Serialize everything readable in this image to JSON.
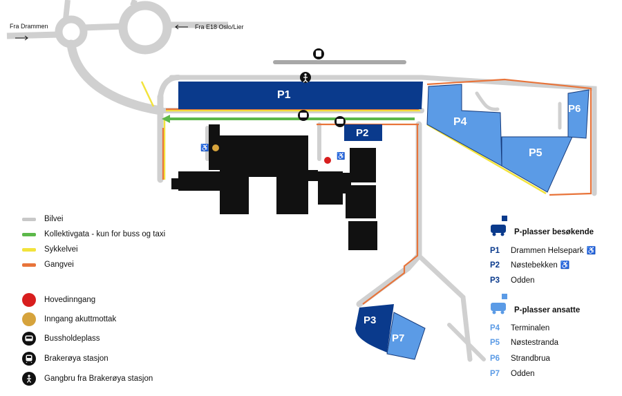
{
  "directions": {
    "from_west": "Fra Drammen",
    "from_east": "Fra E18 Oslo/Lier"
  },
  "lots": [
    {
      "code": "P1",
      "color": "#0a3a8c"
    },
    {
      "code": "P2",
      "color": "#0a3a8c"
    },
    {
      "code": "P3",
      "color": "#0a3a8c"
    },
    {
      "code": "P4",
      "color": "#5b9be6"
    },
    {
      "code": "P5",
      "color": "#5b9be6"
    },
    {
      "code": "P6",
      "color": "#5b9be6"
    },
    {
      "code": "P7",
      "color": "#5b9be6"
    }
  ],
  "legend": {
    "lines": [
      {
        "label": "Bilvei",
        "color": "#c8c8c8"
      },
      {
        "label": "Kollektivgata - kun for buss og taxi",
        "color": "#5cb84a"
      },
      {
        "label": "Sykkelvei",
        "color": "#f2e33c"
      },
      {
        "label": "Gangvei",
        "color": "#e8743a"
      }
    ],
    "points": [
      {
        "label": "Hovedinngang",
        "color": "#d81e1e",
        "icon": "main-entrance"
      },
      {
        "label": "Inngang akuttmottak",
        "color": "#d6a33c",
        "icon": "emergency-entrance"
      },
      {
        "label": "Bussholdeplass",
        "icon": "bus-icon",
        "glyph": "🚌"
      },
      {
        "label": "Brakerøya stasjon",
        "icon": "train-icon",
        "glyph": "🚆"
      },
      {
        "label": "Gangbru fra Brakerøya stasjon",
        "icon": "pedestrian-icon",
        "glyph": "🚶"
      }
    ]
  },
  "parking_visitors": {
    "title": "P-plasser besøkende",
    "color": "#0a3a8c",
    "items": [
      {
        "code": "P1",
        "name": "Drammen Helsepark",
        "accessible": true
      },
      {
        "code": "P2",
        "name": "Nøstebekken",
        "accessible": true
      },
      {
        "code": "P3",
        "name": "Odden",
        "accessible": false
      }
    ]
  },
  "parking_staff": {
    "title": "P-plasser ansatte",
    "color": "#5b9be6",
    "items": [
      {
        "code": "P4",
        "name": "Terminalen"
      },
      {
        "code": "P5",
        "name": "Nøstestranda"
      },
      {
        "code": "P6",
        "name": "Strandbrua"
      },
      {
        "code": "P7",
        "name": "Odden"
      }
    ]
  },
  "accessible_symbol": "♿"
}
